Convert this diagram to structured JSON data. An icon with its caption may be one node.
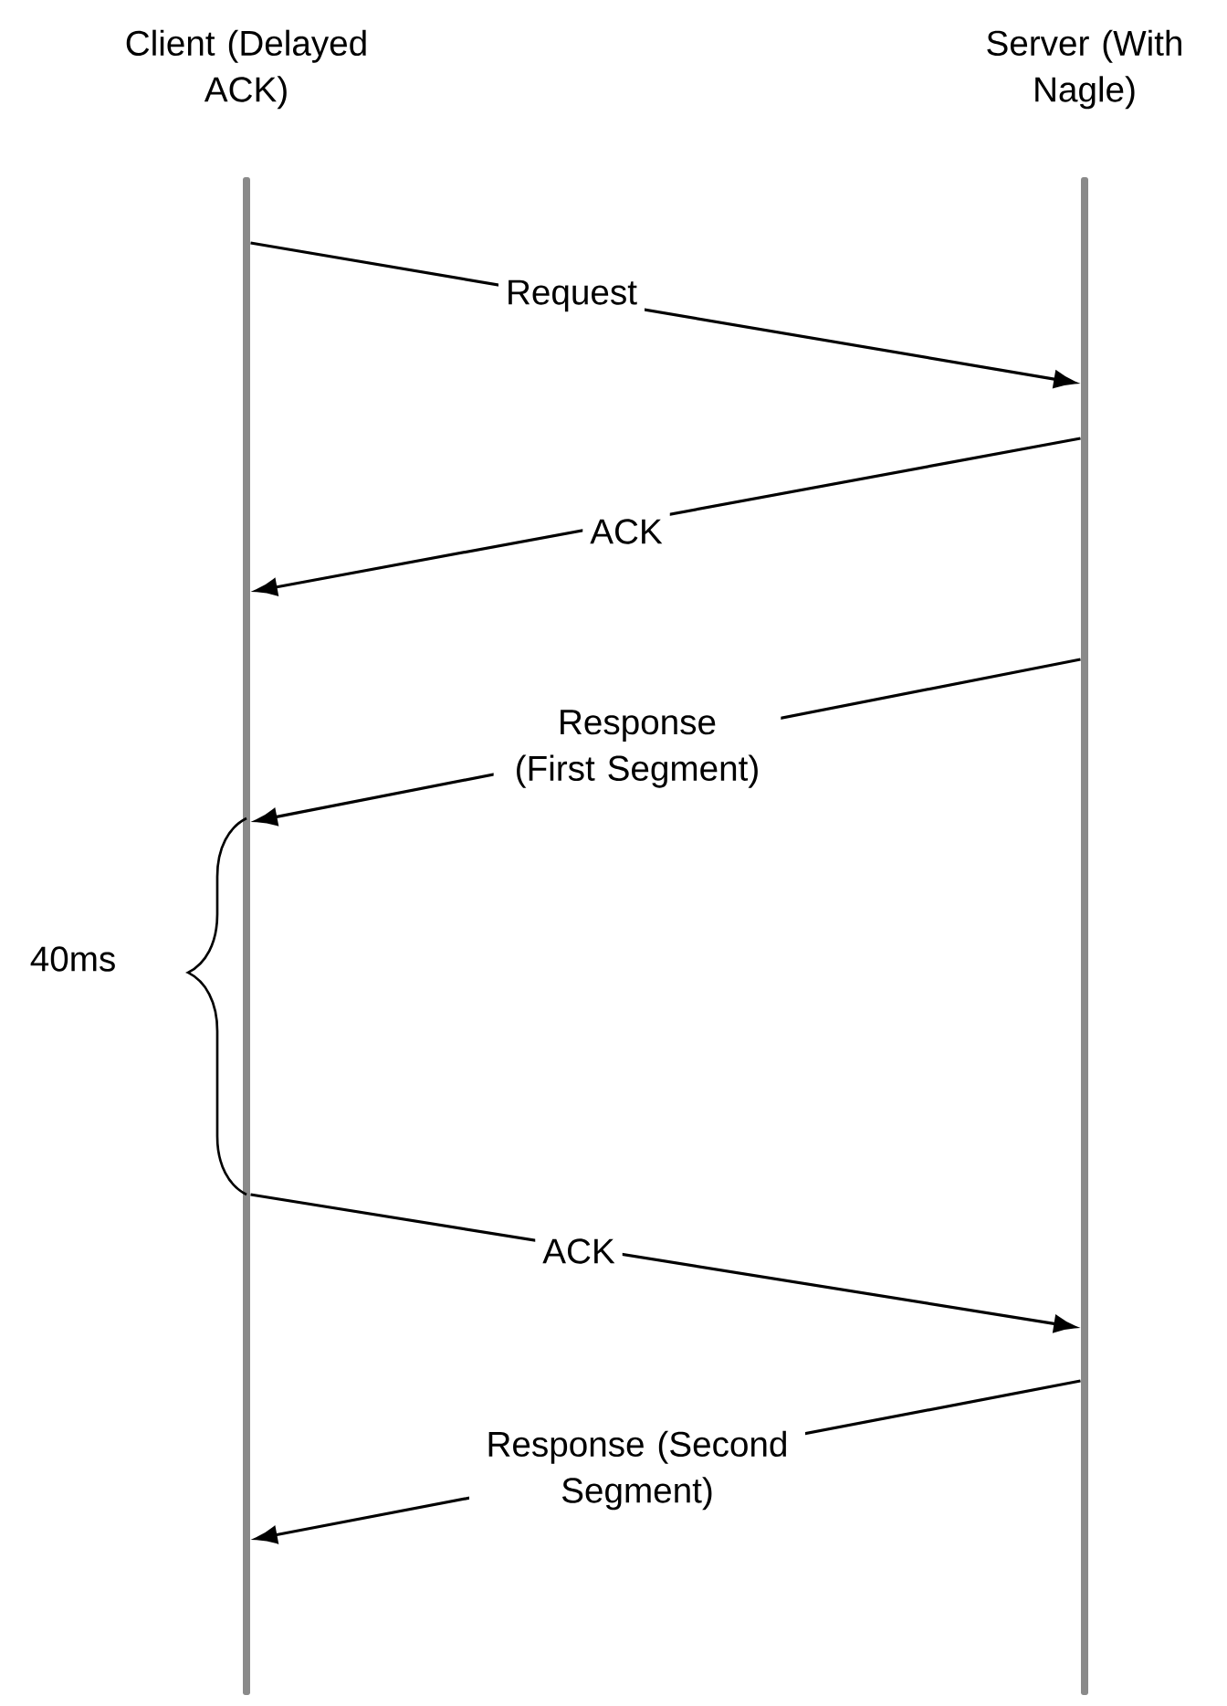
{
  "diagram": {
    "nodes": [
      {
        "text": [
          "Client (Delayed ACK)"
        ]
      },
      {
        "text": [
          "Server (With Nagle)"
        ]
      }
    ],
    "edges": [
      {
        "from": 0,
        "to": 1,
        "arrow": "to",
        "label": "Request"
      },
      {
        "from": 1,
        "to": 0,
        "arrow": "to",
        "label": "ACK"
      },
      {
        "from": 1,
        "to": 0,
        "arrow": "to",
        "label": "Response (First Segment)"
      },
      {
        "from": 0,
        "to": 1,
        "arrow": "to",
        "label": "ACK"
      },
      {
        "from": 1,
        "to": 0,
        "arrow": "to",
        "label": "Response (Second Segment)"
      }
    ],
    "labels": [
      "40ms"
    ]
  }
}
